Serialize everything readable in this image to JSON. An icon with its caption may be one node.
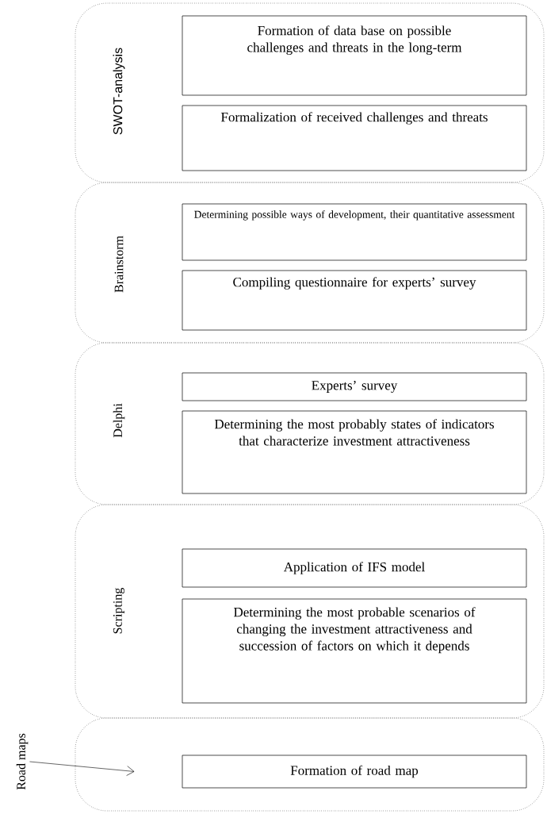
{
  "diagram": {
    "nodes": [
      {
        "text": [
          "SWOT-analysis"
        ]
      },
      {
        "text": [
          "Formation of data base on possible challenges and threats in the long-term"
        ],
        "in": 0
      },
      {
        "text": [
          "Formalization of received challenges and threats"
        ],
        "in": 0
      },
      {
        "text": [
          "Brainstorm"
        ]
      },
      {
        "text": [
          "Determining possible ways of development, their quantitative assessment"
        ],
        "in": 3
      },
      {
        "text": [
          "Compiling questionnaire for experts’ survey"
        ],
        "in": 3
      },
      {
        "text": [
          "Delphi"
        ]
      },
      {
        "text": [
          "Experts’ survey"
        ],
        "in": 6
      },
      {
        "text": [
          "Determining the most probably states of indicators that characterize investment attractiveness"
        ],
        "in": 6
      },
      {
        "text": [
          "Scripting"
        ]
      },
      {
        "text": [
          "Application of IFS model"
        ],
        "in": 9
      },
      {
        "text": [
          "Determining the most probable scenarios of changing the investment attractiveness and succession of factors on which it depends"
        ],
        "in": 9
      },
      {
        "text": [],
        "shape": "box"
      },
      {
        "text": [
          "Formation of road map"
        ],
        "in": 12
      },
      {
        "text": [
          "Road maps"
        ]
      }
    ],
    "edges": [
      {
        "from": 14,
        "to": 13,
        "arrow": "to"
      }
    ]
  }
}
